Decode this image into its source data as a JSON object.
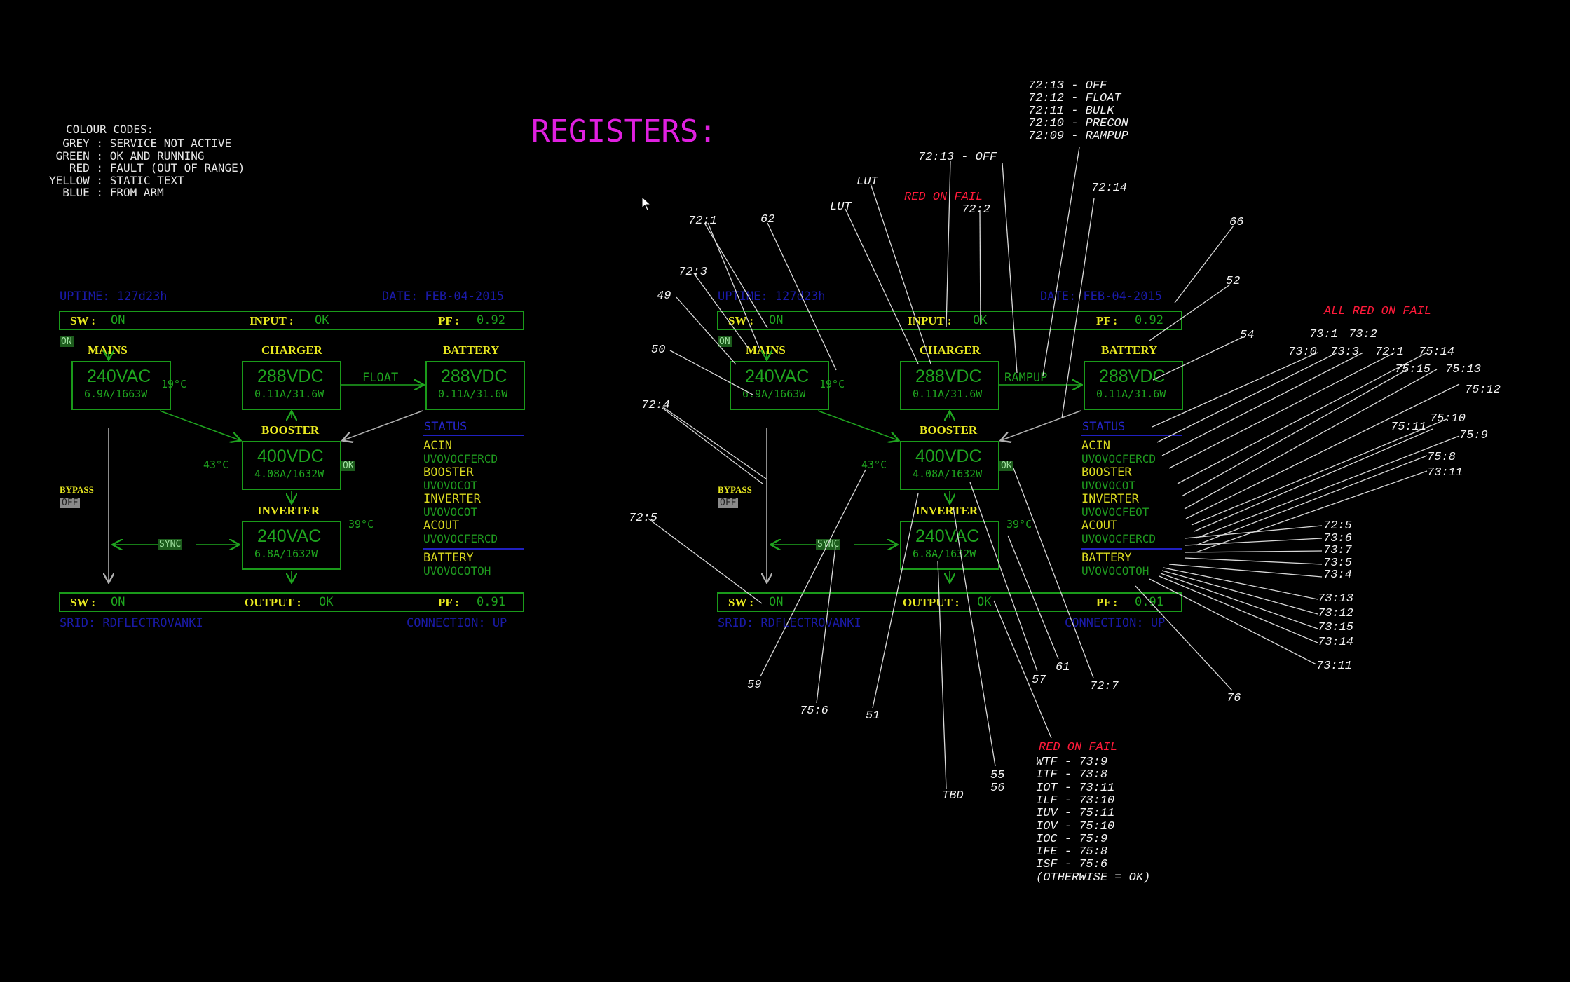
{
  "legend": {
    "heading": "COLOUR CODES:",
    "lines": [
      "  GREY : SERVICE NOT ACTIVE",
      " GREEN : OK AND RUNNING",
      "   RED : FAULT (OUT OF RANGE)",
      "YELLOW : STATIC TEXT",
      "  BLUE : FROM ARM"
    ]
  },
  "registers_title": "REGISTERS:",
  "colors": {
    "green": "#1fa51f",
    "yellow": "#e8e820",
    "blue": "#1a1aa8",
    "red": "#ff1a3a",
    "grey": "#8a8a8a",
    "magenta": "#e020e0",
    "white": "#f2f2f2"
  },
  "panel": {
    "uptime": "UPTIME: 127d23h",
    "date": "DATE: FEB-04-2015",
    "input_bar": {
      "sw_label": "SW :",
      "sw_value": "ON",
      "center_label": "INPUT :",
      "center_value": "OK",
      "pf_label": "PF :",
      "pf_value": "0.92"
    },
    "output_bar": {
      "sw_label": "SW :",
      "sw_value": "ON",
      "center_label": "OUTPUT :",
      "center_value": "OK",
      "pf_label": "PF :",
      "pf_value": "0.91"
    },
    "serial": "SRID: RDFLECTROVANKI",
    "connection": "CONNECTION: UP",
    "on_badge": "ON",
    "mains": {
      "label": "MAINS",
      "value": "240VAC",
      "detail": "6.9A/1663W",
      "temp": "19°C"
    },
    "charger": {
      "label": "CHARGER",
      "value": "288VDC",
      "detail": "0.11A/31.6W",
      "mode_left": "FLOAT",
      "mode_right": "RAMPUP"
    },
    "battery": {
      "label": "BATTERY",
      "value": "288VDC",
      "detail": "0.11A/31.6W"
    },
    "booster": {
      "label": "BOOSTER",
      "value": "400VDC",
      "detail": "4.08A/1632W",
      "temp": "43°C",
      "badge": "OK"
    },
    "inverter": {
      "label": "INVERTER",
      "value": "240VAC",
      "detail": "6.8A/1632W",
      "temp": "39°C"
    },
    "bypass": {
      "label": "BYPASS",
      "badge": "OFF"
    },
    "sync": "SYNC",
    "status": {
      "heading": "STATUS",
      "rows": [
        {
          "kind": "y",
          "text": "ACIN"
        },
        {
          "kind": "g",
          "text": "UVOVOCFERCD"
        },
        {
          "kind": "y",
          "text": "BOOSTER"
        },
        {
          "kind": "g",
          "text": "UVOVOCOT"
        },
        {
          "kind": "y",
          "text": "INVERTER"
        },
        {
          "kind": "g",
          "text": "UVOVOCOT"
        },
        {
          "kind": "y",
          "text": "ACOUT"
        },
        {
          "kind": "g",
          "text": "UVOVOCFERCD"
        },
        {
          "kind": "y",
          "text": "BATTERY"
        },
        {
          "kind": "g",
          "text": "UVOVOCOTOH"
        }
      ],
      "rows_right": [
        "ACIN",
        "UVOVOCFERCD",
        "BOOSTER",
        "UVOVOCOT",
        "INVERTER",
        "UVOVOCFEOT",
        "ACOUT",
        "UVOVOCFERCD",
        "BATTERY",
        "UVOVOCOTOH"
      ]
    }
  },
  "annotations": {
    "charger_modes": [
      "72:13 - OFF",
      "72:12 - FLOAT",
      "72:11 - BULK",
      "72:10 - PRECON",
      "72:09 - RAMPUP"
    ],
    "a_7213": "72:13 - OFF",
    "lut1": "LUT",
    "lut2": "LUT",
    "red_on_fail": "RED ON FAIL",
    "a_722": "72:2",
    "a_7214": "72:14",
    "a_721": "72:1",
    "a_62": "62",
    "a_723": "72:3",
    "a_49": "49",
    "a_50": "50",
    "a_724": "72:4",
    "a_725": "72:5",
    "a_66": "66",
    "a_52": "52",
    "a_54": "54",
    "all_red_on_fail": "ALL RED ON FAIL",
    "a_731": "73:1",
    "a_732": "73:2",
    "a_730": "73:0",
    "a_733": "73:3",
    "a_721b": "72:1",
    "a_7514": "75:14",
    "a_7515": "75:15",
    "a_7513": "75:13",
    "a_7512": "75:12",
    "a_7510": "75:10",
    "a_7511": "75:11",
    "a_759": "75:9",
    "a_758": "75:8",
    "a_7311": "73:11",
    "right_list_a": [
      "72:5",
      "73:6",
      "73:7",
      "73:5",
      "73:4"
    ],
    "right_list_b": [
      "73:13",
      "73:12",
      "73:15",
      "73:14"
    ],
    "a_7311b": "73:11",
    "a_76": "76",
    "a_59": "59",
    "a_756": "75:6",
    "a_51": "51",
    "a_tbd": "TBD",
    "a_55": "55",
    "a_56": "56",
    "a_57": "57",
    "a_61": "61",
    "a_727": "72:7",
    "fault_heading": "RED ON FAIL",
    "fault_list": [
      "WTF - 73:9",
      "ITF - 73:8",
      "IOT - 73:11",
      "ILF - 73:10",
      "IUV - 75:11",
      "IOV - 75:10",
      "IOC - 75:9",
      "IFE - 75:8",
      "ISF - 75:6",
      "(OTHERWISE = OK)"
    ]
  }
}
